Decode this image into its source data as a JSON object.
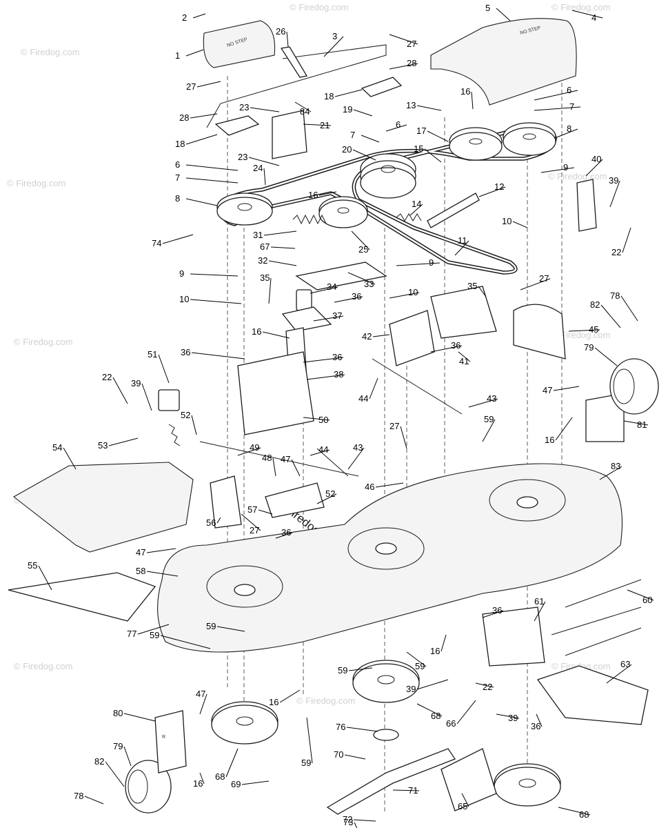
{
  "watermark": {
    "text": "© Firedog.com",
    "center_text": "© Firedog.com",
    "color": "#d0d0d0"
  },
  "decals": {
    "cover_left": "NO STEP",
    "cover_right": "NO STEP",
    "bracket_letter": "R"
  },
  "callouts": [
    {
      "id": "2",
      "label": "2"
    },
    {
      "id": "1",
      "label": "1"
    },
    {
      "id": "26",
      "label": "26"
    },
    {
      "id": "3",
      "label": "3"
    },
    {
      "id": "27a",
      "label": "27"
    },
    {
      "id": "27b",
      "label": "27"
    },
    {
      "id": "28a",
      "label": "28"
    },
    {
      "id": "28b",
      "label": "28"
    },
    {
      "id": "5",
      "label": "5"
    },
    {
      "id": "4",
      "label": "4"
    },
    {
      "id": "18a",
      "label": "18"
    },
    {
      "id": "18b",
      "label": "18"
    },
    {
      "id": "84",
      "label": "84"
    },
    {
      "id": "23a",
      "label": "23"
    },
    {
      "id": "21",
      "label": "21"
    },
    {
      "id": "19",
      "label": "19"
    },
    {
      "id": "16a",
      "label": "16"
    },
    {
      "id": "6a",
      "label": "6"
    },
    {
      "id": "7a",
      "label": "7"
    },
    {
      "id": "13",
      "label": "13"
    },
    {
      "id": "17",
      "label": "17"
    },
    {
      "id": "8a",
      "label": "8"
    },
    {
      "id": "6b",
      "label": "6"
    },
    {
      "id": "7b",
      "label": "7"
    },
    {
      "id": "20",
      "label": "20"
    },
    {
      "id": "15",
      "label": "15"
    },
    {
      "id": "23b",
      "label": "23"
    },
    {
      "id": "6c",
      "label": "6"
    },
    {
      "id": "24",
      "label": "24"
    },
    {
      "id": "7c",
      "label": "7"
    },
    {
      "id": "16b",
      "label": "16"
    },
    {
      "id": "9a",
      "label": "9"
    },
    {
      "id": "40",
      "label": "40"
    },
    {
      "id": "12",
      "label": "12"
    },
    {
      "id": "39a",
      "label": "39"
    },
    {
      "id": "8b",
      "label": "8"
    },
    {
      "id": "14",
      "label": "14"
    },
    {
      "id": "74",
      "label": "74"
    },
    {
      "id": "10a",
      "label": "10"
    },
    {
      "id": "22a",
      "label": "22"
    },
    {
      "id": "31",
      "label": "31"
    },
    {
      "id": "67",
      "label": "67"
    },
    {
      "id": "25",
      "label": "25"
    },
    {
      "id": "11",
      "label": "11"
    },
    {
      "id": "32",
      "label": "32"
    },
    {
      "id": "9b",
      "label": "9"
    },
    {
      "id": "9c",
      "label": "9"
    },
    {
      "id": "33",
      "label": "33"
    },
    {
      "id": "35a",
      "label": "35"
    },
    {
      "id": "34",
      "label": "34"
    },
    {
      "id": "10b",
      "label": "10"
    },
    {
      "id": "35b",
      "label": "35"
    },
    {
      "id": "27c",
      "label": "27"
    },
    {
      "id": "10c",
      "label": "10"
    },
    {
      "id": "36a",
      "label": "36"
    },
    {
      "id": "78a",
      "label": "78"
    },
    {
      "id": "82a",
      "label": "82"
    },
    {
      "id": "37",
      "label": "37"
    },
    {
      "id": "42",
      "label": "42"
    },
    {
      "id": "45",
      "label": "45"
    },
    {
      "id": "16c",
      "label": "16"
    },
    {
      "id": "36b",
      "label": "36"
    },
    {
      "id": "41",
      "label": "41"
    },
    {
      "id": "79a",
      "label": "79"
    },
    {
      "id": "36c",
      "label": "36"
    },
    {
      "id": "36d",
      "label": "36"
    },
    {
      "id": "51",
      "label": "51"
    },
    {
      "id": "38",
      "label": "38"
    },
    {
      "id": "22b",
      "label": "22"
    },
    {
      "id": "39b",
      "label": "39"
    },
    {
      "id": "44a",
      "label": "44"
    },
    {
      "id": "47a",
      "label": "47"
    },
    {
      "id": "43a",
      "label": "43"
    },
    {
      "id": "52a",
      "label": "52"
    },
    {
      "id": "50",
      "label": "50"
    },
    {
      "id": "81",
      "label": "81"
    },
    {
      "id": "59a",
      "label": "59"
    },
    {
      "id": "53",
      "label": "53"
    },
    {
      "id": "16d",
      "label": "16"
    },
    {
      "id": "27d",
      "label": "27"
    },
    {
      "id": "54",
      "label": "54"
    },
    {
      "id": "49",
      "label": "49"
    },
    {
      "id": "44b",
      "label": "44"
    },
    {
      "id": "43b",
      "label": "43"
    },
    {
      "id": "48",
      "label": "48"
    },
    {
      "id": "47b",
      "label": "47"
    },
    {
      "id": "83",
      "label": "83"
    },
    {
      "id": "46",
      "label": "46"
    },
    {
      "id": "52b",
      "label": "52"
    },
    {
      "id": "57",
      "label": "57"
    },
    {
      "id": "56",
      "label": "56"
    },
    {
      "id": "27e",
      "label": "27"
    },
    {
      "id": "36e",
      "label": "36"
    },
    {
      "id": "47c",
      "label": "47"
    },
    {
      "id": "55",
      "label": "55"
    },
    {
      "id": "58",
      "label": "58"
    },
    {
      "id": "60",
      "label": "60"
    },
    {
      "id": "61",
      "label": "61"
    },
    {
      "id": "36f",
      "label": "36"
    },
    {
      "id": "77",
      "label": "77"
    },
    {
      "id": "59b",
      "label": "59"
    },
    {
      "id": "59c",
      "label": "59"
    },
    {
      "id": "16e",
      "label": "16"
    },
    {
      "id": "59d",
      "label": "59"
    },
    {
      "id": "59e",
      "label": "59"
    },
    {
      "id": "63",
      "label": "63"
    },
    {
      "id": "39c",
      "label": "39"
    },
    {
      "id": "22c",
      "label": "22"
    },
    {
      "id": "47d",
      "label": "47"
    },
    {
      "id": "16f",
      "label": "16"
    },
    {
      "id": "68a",
      "label": "68"
    },
    {
      "id": "66",
      "label": "66"
    },
    {
      "id": "39d",
      "label": "39"
    },
    {
      "id": "36g",
      "label": "36"
    },
    {
      "id": "80",
      "label": "80"
    },
    {
      "id": "76",
      "label": "76"
    },
    {
      "id": "79b",
      "label": "79"
    },
    {
      "id": "59f",
      "label": "59"
    },
    {
      "id": "68b",
      "label": "68"
    },
    {
      "id": "70",
      "label": "70"
    },
    {
      "id": "82b",
      "label": "82"
    },
    {
      "id": "16g",
      "label": "16"
    },
    {
      "id": "69",
      "label": "69"
    },
    {
      "id": "78b",
      "label": "78"
    },
    {
      "id": "71",
      "label": "71"
    },
    {
      "id": "65",
      "label": "65"
    },
    {
      "id": "68c",
      "label": "68"
    },
    {
      "id": "72",
      "label": "72"
    },
    {
      "id": "73",
      "label": "73"
    }
  ]
}
